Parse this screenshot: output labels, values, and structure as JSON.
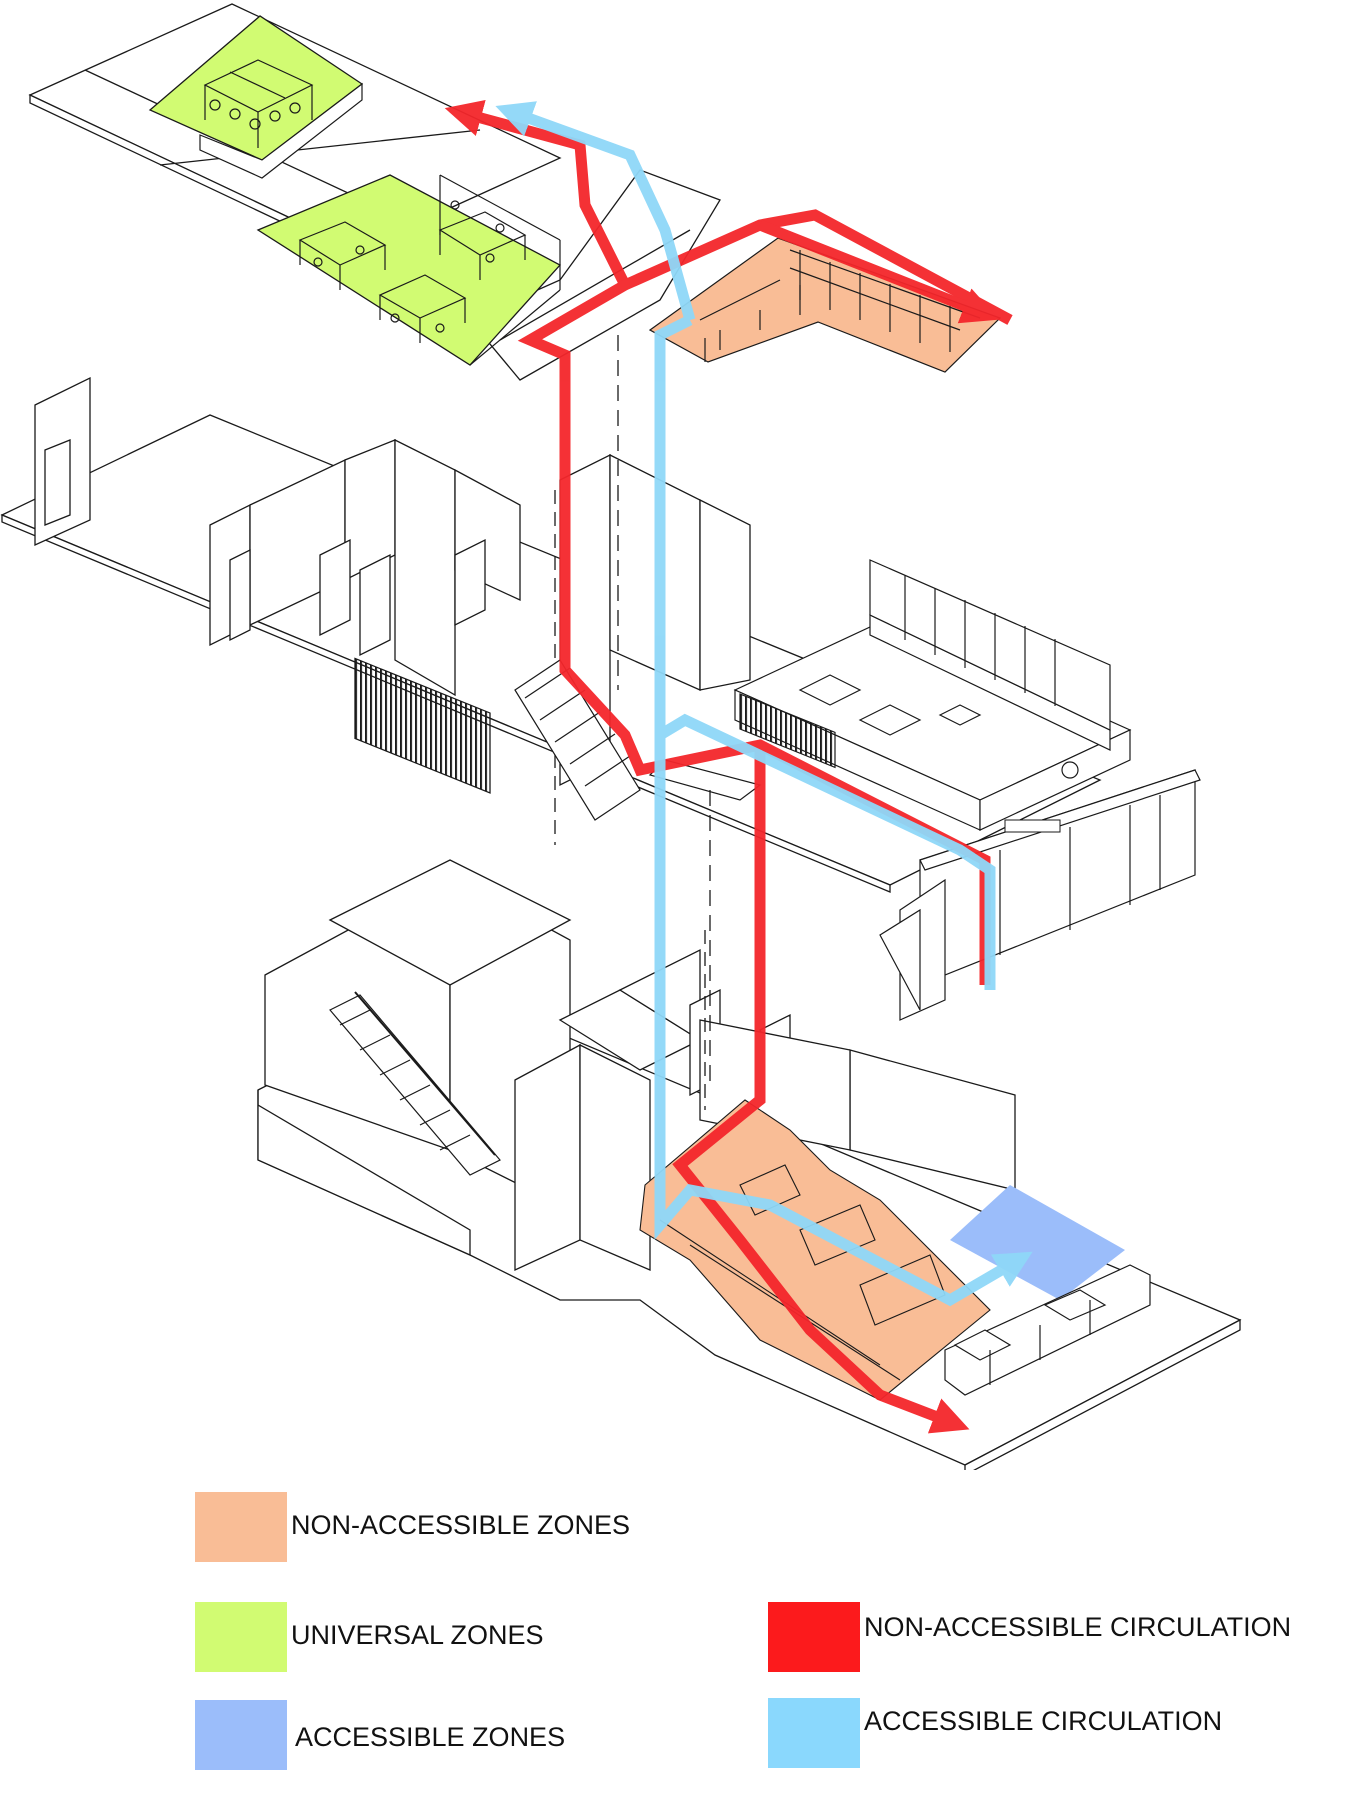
{
  "legend": {
    "items": [
      {
        "label": "NON-ACCESSIBLE ZONES",
        "color": "#f9bd96"
      },
      {
        "label": "UNIVERSAL ZONES",
        "color": "#d1fb72"
      },
      {
        "label": "ACCESSIBLE ZONES",
        "color": "#9bbdfa"
      },
      {
        "label": "NON-ACCESSIBLE CIRCULATION",
        "color": "#fc1a1c"
      },
      {
        "label": "ACCESSIBLE CIRCULATION",
        "color": "#8ad8fd"
      }
    ]
  },
  "colors": {
    "non_accessible_zone": "#f9bd96",
    "universal_zone": "#d1fb72",
    "accessible_zone": "#9bbdfa",
    "non_accessible_circulation": "#f4262b",
    "accessible_circulation": "#8fd8f8",
    "linework": "#1a1a1a"
  }
}
